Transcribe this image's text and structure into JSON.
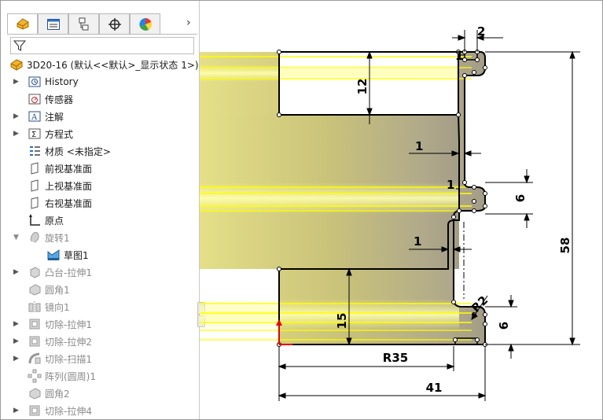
{
  "feature_tree": {
    "root_label": "3D20-16  (默认<<默认>_显示状态 1>)",
    "items": [
      {
        "label": "History",
        "icon": "history-icon",
        "expandable": true,
        "dim": false
      },
      {
        "label": "传感器",
        "icon": "sensor-icon",
        "expandable": false,
        "dim": false
      },
      {
        "label": "注解",
        "icon": "annotation-icon",
        "expandable": true,
        "dim": false
      },
      {
        "label": "方程式",
        "icon": "equation-icon",
        "expandable": true,
        "dim": false
      },
      {
        "label": "材质 <未指定>",
        "icon": "material-icon",
        "expandable": false,
        "dim": false
      },
      {
        "label": "前视基准面",
        "icon": "plane-icon",
        "expandable": false,
        "dim": false
      },
      {
        "label": "上视基准面",
        "icon": "plane-icon",
        "expandable": false,
        "dim": false
      },
      {
        "label": "右视基准面",
        "icon": "plane-icon",
        "expandable": false,
        "dim": false
      },
      {
        "label": "原点",
        "icon": "origin-icon",
        "expandable": false,
        "dim": false
      },
      {
        "label": "旋转1",
        "icon": "revolve-icon",
        "expandable": true,
        "expanded": true,
        "dim": true
      },
      {
        "label": "草图1",
        "icon": "sketch-icon",
        "expandable": false,
        "dim": false,
        "child": true
      },
      {
        "label": "凸台-拉伸1",
        "icon": "extrude-icon",
        "expandable": true,
        "dim": true
      },
      {
        "label": "圆角1",
        "icon": "fillet-icon",
        "expandable": false,
        "dim": true
      },
      {
        "label": "镜向1",
        "icon": "mirror-icon",
        "expandable": false,
        "dim": true
      },
      {
        "label": "切除-拉伸1",
        "icon": "cut-extrude-icon",
        "expandable": true,
        "dim": true
      },
      {
        "label": "切除-拉伸2",
        "icon": "cut-extrude-icon",
        "expandable": true,
        "dim": true
      },
      {
        "label": "切除-扫描1",
        "icon": "cut-sweep-icon",
        "expandable": true,
        "dim": true
      },
      {
        "label": "阵列(圆周)1",
        "icon": "circular-pattern-icon",
        "expandable": false,
        "dim": true
      },
      {
        "label": "圆角2",
        "icon": "fillet-icon",
        "expandable": false,
        "dim": true
      },
      {
        "label": "切除-拉伸4",
        "icon": "cut-extrude-icon",
        "expandable": true,
        "dim": true
      }
    ]
  },
  "tabs": [
    {
      "name": "feature-manager-tab",
      "icon": "feature-manager-icon"
    },
    {
      "name": "property-manager-tab",
      "icon": "property-manager-icon"
    },
    {
      "name": "configuration-manager-tab",
      "icon": "configuration-manager-icon"
    },
    {
      "name": "dimxpert-tab",
      "icon": "crosshair-icon"
    },
    {
      "name": "display-manager-tab",
      "icon": "display-manager-icon"
    }
  ],
  "dimensions": {
    "d_2": "2",
    "d_12": "12",
    "d_1a": "1",
    "d_1b": "1",
    "d_1c": "1",
    "d_1d": "1",
    "d_6a": "6",
    "d_58": "58",
    "d_r2": "R2",
    "d_6b": "6",
    "d_15": "15",
    "d_r35": "R35",
    "d_41": "41"
  },
  "colors": {
    "body_yellow": "#d9d37a",
    "highlight_yellow": "#ffff00",
    "sketch_line": "#000000"
  }
}
